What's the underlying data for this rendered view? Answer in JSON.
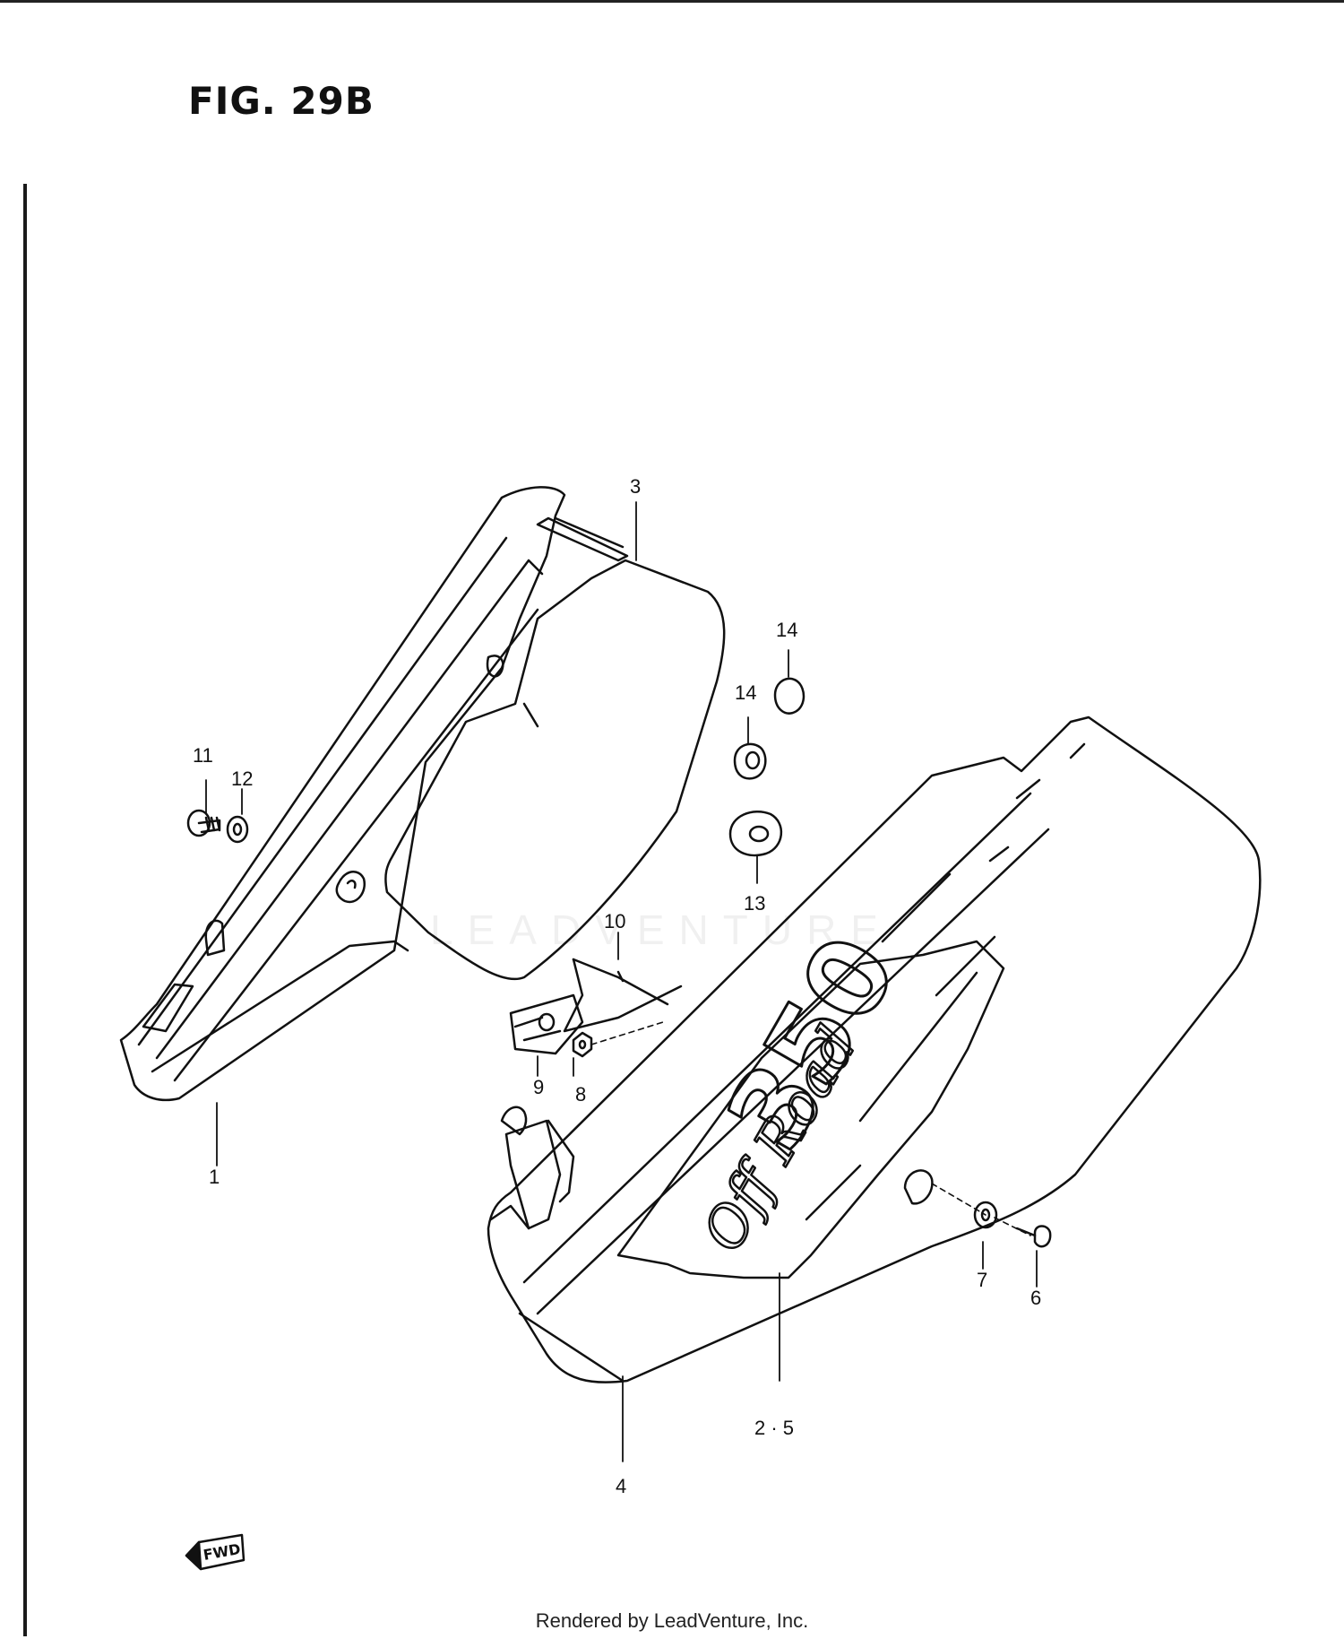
{
  "figure": {
    "title": "FIG. 29B"
  },
  "callouts": {
    "c1": "1",
    "c2_5": "2 · 5",
    "c3": "3",
    "c4": "4",
    "c6": "6",
    "c7": "7",
    "c8": "8",
    "c9": "9",
    "c10": "10",
    "c11": "11",
    "c12": "12",
    "c13": "13",
    "c14a": "14",
    "c14b": "14"
  },
  "decal": {
    "line1": "350",
    "line2": "Off Road"
  },
  "fwd_badge": "FWD",
  "watermark": "LEADVENTURE",
  "footer": "Rendered by LeadVenture, Inc.",
  "colors": {
    "ink": "#111111",
    "paper": "#ffffff"
  }
}
